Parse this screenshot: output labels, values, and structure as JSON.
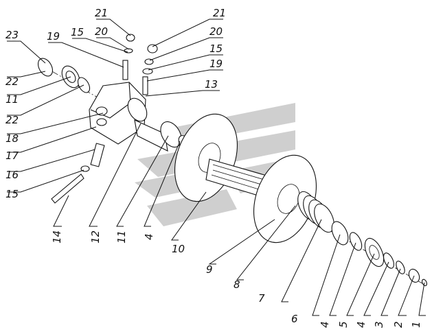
{
  "diagram": {
    "labels": [
      {
        "id": "1",
        "text": "1"
      },
      {
        "id": "2",
        "text": "2"
      },
      {
        "id": "3",
        "text": "3"
      },
      {
        "id": "4a",
        "text": "4"
      },
      {
        "id": "5",
        "text": "5"
      },
      {
        "id": "4b",
        "text": "4"
      },
      {
        "id": "6",
        "text": "6"
      },
      {
        "id": "7",
        "text": "7"
      },
      {
        "id": "8",
        "text": "8"
      },
      {
        "id": "9",
        "text": "9"
      },
      {
        "id": "10",
        "text": "10"
      },
      {
        "id": "4c",
        "text": "4"
      },
      {
        "id": "11b",
        "text": "11"
      },
      {
        "id": "12",
        "text": "12"
      },
      {
        "id": "14",
        "text": "14"
      },
      {
        "id": "15b",
        "text": "15"
      },
      {
        "id": "16",
        "text": "16"
      },
      {
        "id": "17",
        "text": "17"
      },
      {
        "id": "18",
        "text": "18"
      },
      {
        "id": "22b",
        "text": "22"
      },
      {
        "id": "11a",
        "text": "11"
      },
      {
        "id": "22a",
        "text": "22"
      },
      {
        "id": "23",
        "text": "23"
      },
      {
        "id": "19a",
        "text": "19"
      },
      {
        "id": "15a",
        "text": "15"
      },
      {
        "id": "20a",
        "text": "20"
      },
      {
        "id": "21a",
        "text": "21"
      },
      {
        "id": "21b",
        "text": "21"
      },
      {
        "id": "20b",
        "text": "20"
      },
      {
        "id": "15c",
        "text": "15"
      },
      {
        "id": "19b",
        "text": "19"
      },
      {
        "id": "13",
        "text": "13"
      }
    ]
  }
}
